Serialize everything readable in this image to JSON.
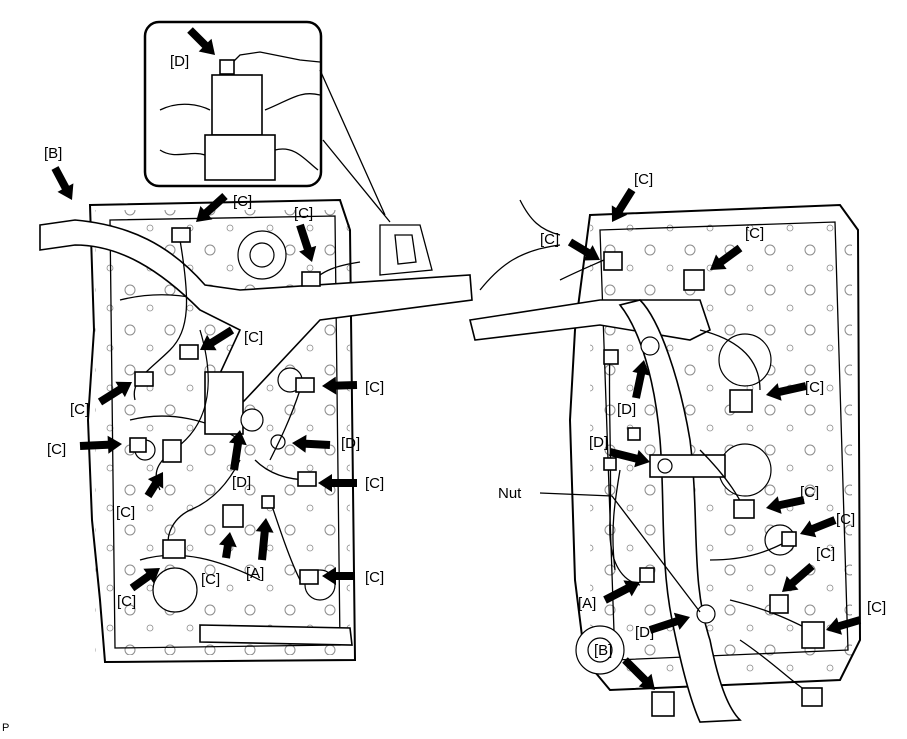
{
  "labels": {
    "A": "[A]",
    "B": "[B]",
    "C": "[C]",
    "D": "[D]",
    "nut": "Nut"
  },
  "corner_mark": "P"
}
